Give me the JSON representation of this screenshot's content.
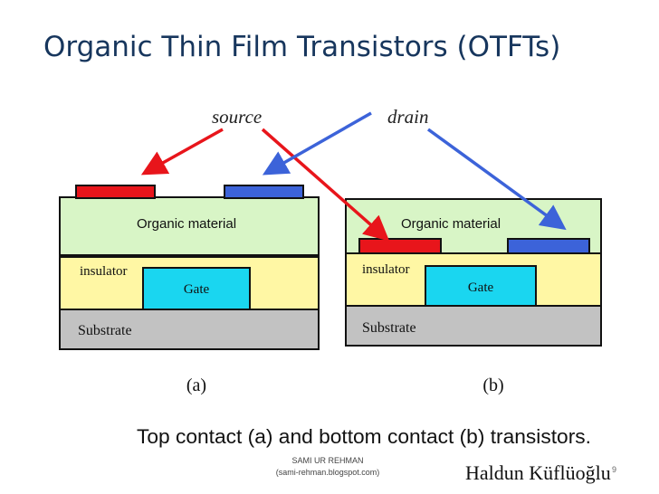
{
  "slide": {
    "title": "Organic Thin Film Transistors (OTFTs)",
    "footer_line1": "SAMI UR REHMAN",
    "footer_line2": "(sami-rehman.blogspot.com)",
    "author": "Haldun Küflüoğlu",
    "slide_number": "9"
  },
  "diagram": {
    "source_label": "source",
    "drain_label": "drain",
    "layers": {
      "organic": "Organic material",
      "insulator": "insulator",
      "gate": "Gate",
      "substrate": "Substrate"
    },
    "panel_a_label": "(a)",
    "panel_b_label": "(b)",
    "caption": "Top contact (a) and bottom contact (b) transistors.",
    "colors": {
      "source": "#e8151b",
      "drain": "#3c63d9",
      "organic": "#d8f5c6",
      "insulator": "#fff7a4",
      "gate": "#1ad6f0",
      "substrate": "#c2c2c2",
      "title": "#17365d"
    }
  }
}
